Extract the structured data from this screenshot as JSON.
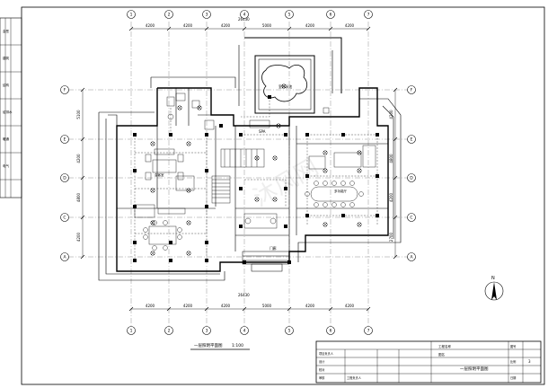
{
  "drawing": {
    "title": "一层照明平面图",
    "scale": "1:100"
  },
  "axes": {
    "columns": [
      "1",
      "2",
      "3",
      "4",
      "5",
      "6",
      "7"
    ],
    "rows": [
      "F",
      "E",
      "D",
      "C",
      "A"
    ]
  },
  "dimensions": {
    "top": [
      "4200",
      "4200",
      "4200",
      "5000",
      "4200",
      "4200"
    ],
    "top_total": "26430",
    "bottom": [
      "4200",
      "4200",
      "4200",
      "5000",
      "4200",
      "4200"
    ],
    "bottom_total": "26430",
    "left": [
      "5100",
      "4200",
      "4800",
      "4200"
    ],
    "right": [
      "4200",
      "4800",
      "4200",
      "2700"
    ]
  },
  "rooms": {
    "pool": "室外泳池",
    "spa": "SPA",
    "room_left": "会客室",
    "room_right": "多功能厅",
    "entrance": "门廊"
  },
  "north": {
    "label": "N"
  },
  "title_block": {
    "project_label": "工程名称",
    "drawing_label": "图名",
    "drawing_name": "一层照明平面图",
    "rows": [
      "项目负责人",
      "设计",
      "校对",
      "审核",
      "工程负责人"
    ],
    "right_labels": [
      "图号",
      "比例",
      "日期"
    ],
    "sheet_no": "3"
  },
  "side_strip": {
    "labels": [
      "会签",
      "建筑",
      "结构",
      "给排水",
      "暖通",
      "电气"
    ]
  },
  "watermark": "沐风网"
}
